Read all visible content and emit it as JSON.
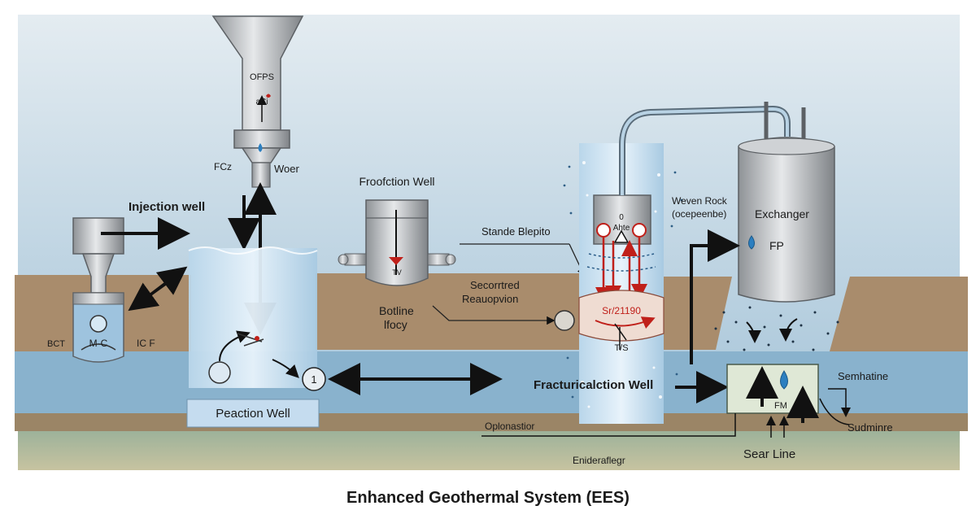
{
  "title": "Enhanced Geothermal System (EES)",
  "colors": {
    "sky_top": "#dfe8ee",
    "water": "#8fb3cc",
    "earth": "#a88a6a",
    "earth_dark": "#7a6148",
    "metal": "#b9bcbf",
    "arrow": "#111111",
    "red": "#c0201a",
    "label_box": "#c9dff0"
  },
  "labels": {
    "ofps": "OFPS",
    "aci": "aCi",
    "fcz": "FCz",
    "woer": "Woer",
    "injection_well": "Injection well",
    "bct": "BCT",
    "mc": "M-C",
    "icf": "IC F",
    "fractured_zone_1": "1",
    "peaction_well": "Peaction Well",
    "frooction_well": "Froofction Well",
    "tv": "TV",
    "standle": "Stande Blepito",
    "secorrtred": "Secorrtred",
    "reauopvion": "Reauopvion",
    "botline": "Botline",
    "ifocy": "lfocy",
    "ahte": "Ahte",
    "zero": "0",
    "sr": "Sr/21190",
    "ts": "T/S",
    "weven_rock": "Weven Rock",
    "ocepeenbe": "(ocepeenbe)",
    "exchanger": "Exchanger",
    "fp": "FP",
    "fracturical": "Fracturicalction Well",
    "semhatine": "Semhatine",
    "fm": "FM",
    "sudminre": "Sudminre",
    "sear_line": "Sear Line",
    "oplonastior": "Oplonastior",
    "eniderafieqr": "Enideraflegr"
  }
}
